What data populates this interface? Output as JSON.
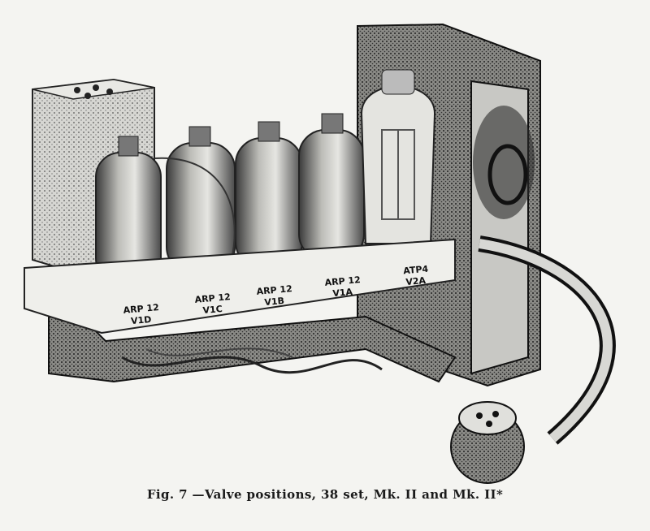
{
  "figure": {
    "caption": "Fig. 7 —Valve positions, 38 set, Mk. II and Mk. II*",
    "valves": [
      {
        "type": "ARP 12",
        "ref": "V1D"
      },
      {
        "type": "ARP 12",
        "ref": "V1C"
      },
      {
        "type": "ARP 12",
        "ref": "V1B"
      },
      {
        "type": "ARP 12",
        "ref": "V1A"
      },
      {
        "type": "ATP4",
        "ref": "V2A"
      }
    ]
  }
}
